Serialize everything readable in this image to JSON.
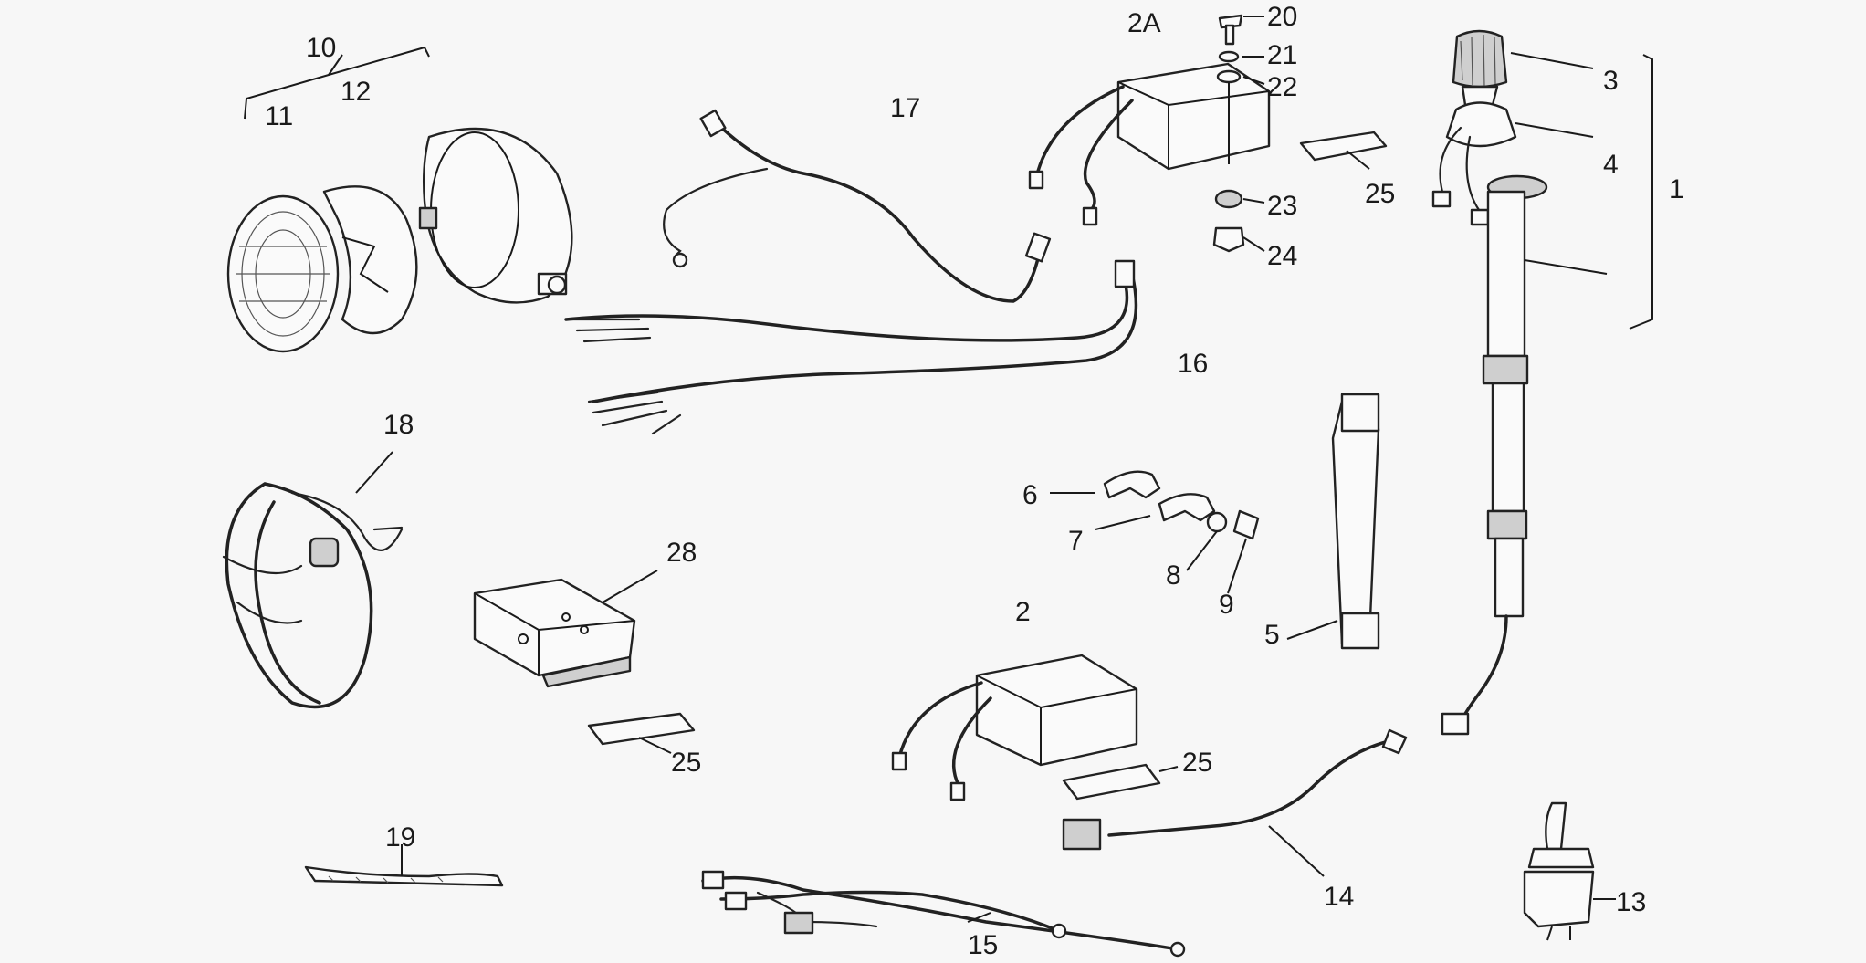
{
  "labels": {
    "p1": "1",
    "p2": "2",
    "p2a": "2A",
    "p3": "3",
    "p4": "4",
    "p5": "5",
    "p6": "6",
    "p7": "7",
    "p8": "8",
    "p9": "9",
    "p10": "10",
    "p11": "11",
    "p12": "12",
    "p13": "13",
    "p14": "14",
    "p15": "15",
    "p16": "16",
    "p17": "17",
    "p18": "18",
    "p19": "19",
    "p20": "20",
    "p21": "21",
    "p22": "22",
    "p23": "23",
    "p24": "24",
    "p25a": "25",
    "p25b": "25",
    "p25c": "25",
    "p28": "28"
  }
}
